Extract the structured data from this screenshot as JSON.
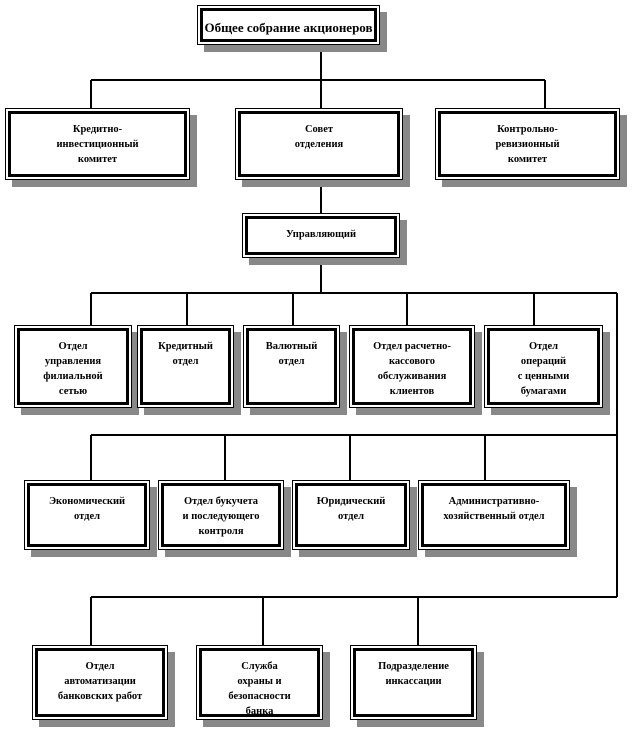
{
  "top": "Общее собрание акционеров",
  "level1": [
    "Кредитно-\nинвестиционный\nкомитет",
    "Совет\nотделения",
    "Контрольно-\nревизионный\nкомитет"
  ],
  "manager": "Управляющий",
  "row2": [
    "Отдел\nуправления\nфилиальной\nсетью",
    "Кредитный\nотдел",
    "Валютный\nотдел",
    "Отдел расчетно-\nкассового\nобслуживания\nклиентов",
    "Отдел\nопераций\nс ценными\nбумагами"
  ],
  "row3": [
    "Экономический\nотдел",
    "Отдел букучета\nи последующего\nконтроля",
    "Юридический\nотдел",
    "Административно-\nхозяйственный отдел"
  ],
  "row4": [
    "Отдел\nавтоматизации\nбанковских работ",
    "Служба\nохраны и\nбезопасности\nбанка",
    "Подразделение\nинкассации"
  ]
}
